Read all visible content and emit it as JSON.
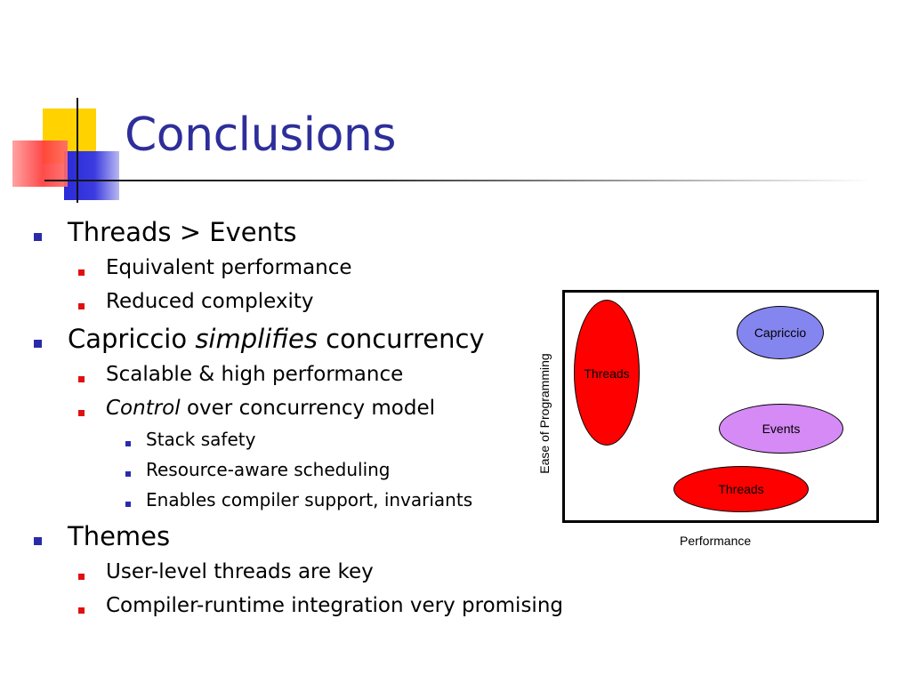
{
  "slide": {
    "title": "Conclusions",
    "colors": {
      "title": "#2e2e9a",
      "bullet_level1": "#2b2ba8",
      "bullet_level2": "#e01010"
    }
  },
  "bullets": {
    "b1": "Threads > Events",
    "b1_1": "Equivalent performance",
    "b1_2": "Reduced complexity",
    "b2_pre": "Capriccio ",
    "b2_em": "simplifies",
    "b2_post": " concurrency",
    "b2_1": "Scalable & high performance",
    "b2_2_em": "Control",
    "b2_2_post": " over concurrency model",
    "b2_2_1": "Stack safety",
    "b2_2_2": "Resource-aware scheduling",
    "b2_2_3": "Enables compiler support, invariants",
    "b3": "Themes",
    "b3_1": "User-level threads are key",
    "b3_2": "Compiler-runtime integration very promising"
  },
  "diagram": {
    "x_axis_label": "Performance",
    "y_axis_label": "Ease of Programming",
    "nodes": [
      {
        "label": "Threads",
        "fill": "#ff0000"
      },
      {
        "label": "Capriccio",
        "fill": "#8585f0"
      },
      {
        "label": "Events",
        "fill": "#d58af5"
      },
      {
        "label": "Threads",
        "fill": "#ff0000"
      }
    ]
  }
}
